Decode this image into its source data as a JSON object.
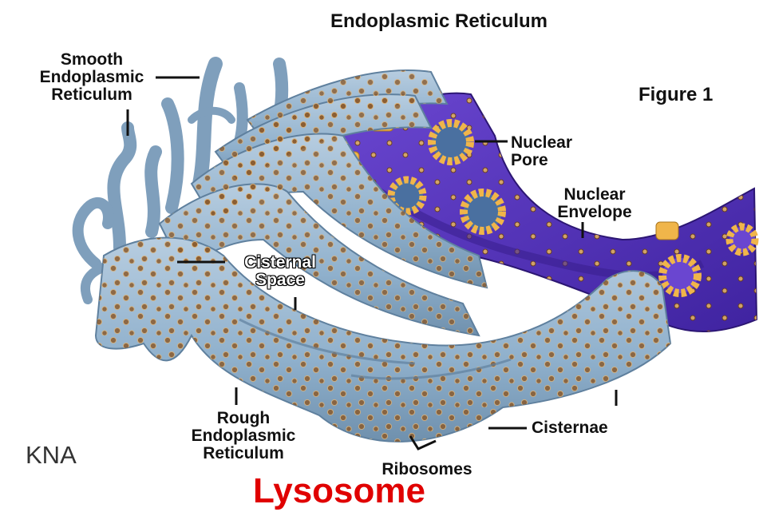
{
  "title": "Endoplasmic Reticulum",
  "figure_label": "Figure 1",
  "labels": {
    "smooth_er": "Smooth\nEndoplasmic\nReticulum",
    "nuclear_pore": "Nuclear\nPore",
    "nuclear_envelope": "Nuclear\nEnvelope",
    "cisternal_space": "Cisternal\nSpace",
    "rough_er": "Rough\nEndoplasmic\nReticulum",
    "cisternae": "Cisternae",
    "ribosomes": "Ribosomes"
  },
  "watermark": "KNA",
  "footer_title": "Lysosome",
  "colors": {
    "er_membrane": "#8fb0cc",
    "er_shadow": "#5f809e",
    "nucleus": "#5a36b8",
    "ribosome": "#8a5a2c",
    "pore": "#f0b54a",
    "footer": "#e00000"
  }
}
